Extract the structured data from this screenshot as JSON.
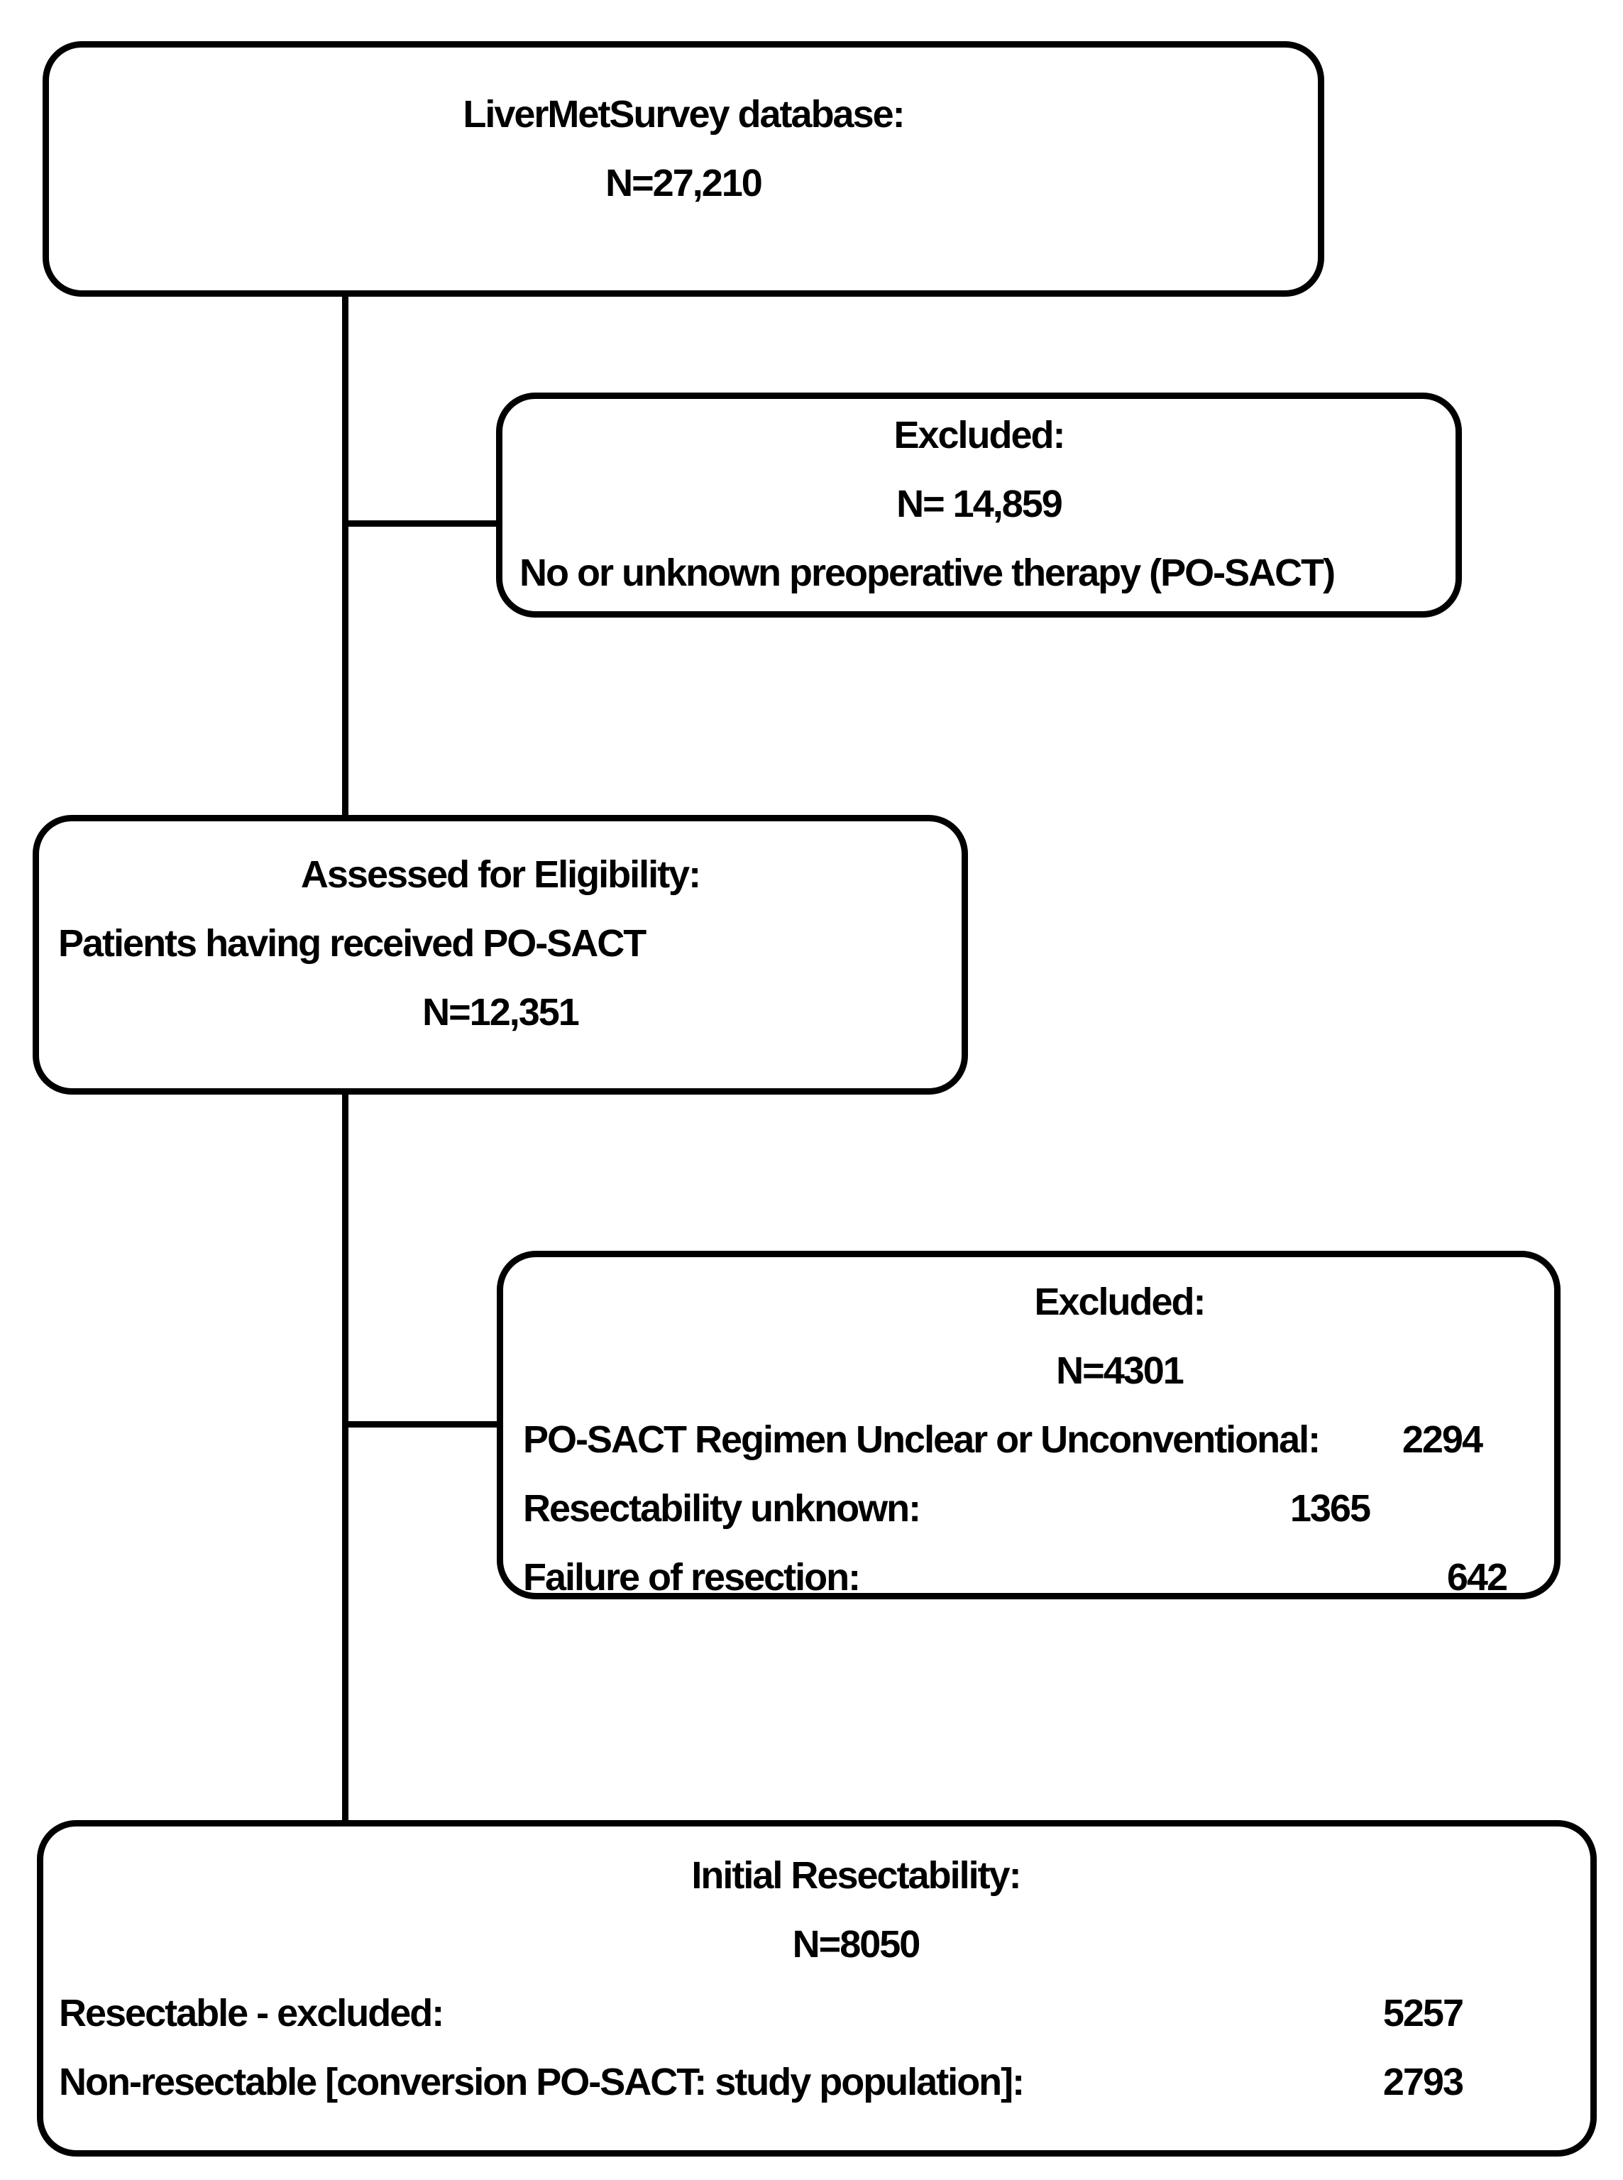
{
  "colors": {
    "border": "#000000",
    "background": "#ffffff",
    "text": "#000000"
  },
  "boxes": {
    "database": {
      "title": "LiverMetSurvey database:",
      "count": "N=27,210"
    },
    "excluded1": {
      "title": "Excluded:",
      "count": "N= 14,859",
      "reason": "No or unknown preoperative therapy (PO-SACT)"
    },
    "assessed": {
      "title": "Assessed for Eligibility:",
      "subtitle": "Patients having received PO-SACT",
      "count": "N=12,351"
    },
    "excluded2": {
      "title": "Excluded:",
      "count": "N=4301",
      "rows": {
        "regimen": {
          "label": "PO-SACT Regimen Unclear or Unconventional:",
          "value": "2294"
        },
        "resectability": {
          "label": "Resectability unknown:",
          "value": "1365"
        },
        "failure": {
          "label": "Failure of resection:",
          "value": "642"
        }
      }
    },
    "initial": {
      "title": "Initial Resectability:",
      "count": "N=8050",
      "rows": {
        "resectable": {
          "label": "Resectable - excluded:",
          "value": "5257"
        },
        "nonresectable": {
          "label": "Non-resectable [conversion PO-SACT: study population]:",
          "value": "2793"
        }
      }
    }
  }
}
